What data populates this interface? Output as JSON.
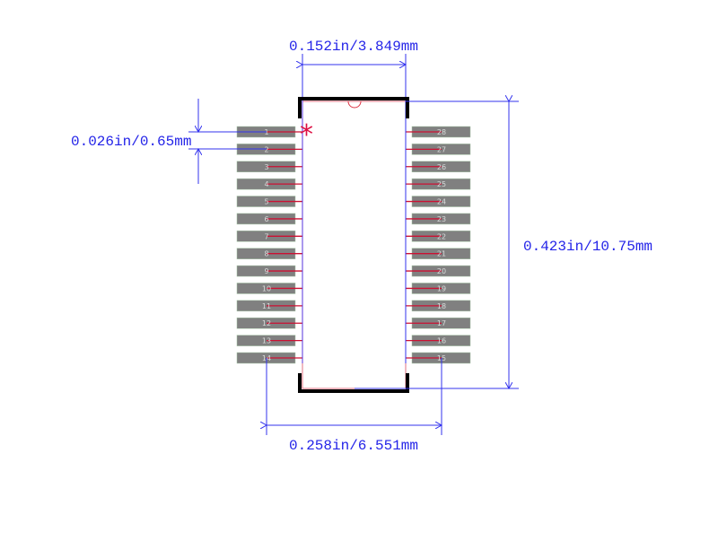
{
  "colors": {
    "pad": "#808080",
    "dimension": "#3333ee",
    "pin_line": "#cc1133",
    "silkscreen": "#000000",
    "marker": "#dd1144"
  },
  "pin1_marker": "*",
  "left_pins": [
    "1",
    "2",
    "3",
    "4",
    "5",
    "6",
    "7",
    "8",
    "9",
    "10",
    "11",
    "12",
    "13",
    "14"
  ],
  "right_pins": [
    "28",
    "27",
    "26",
    "25",
    "24",
    "23",
    "22",
    "21",
    "20",
    "19",
    "18",
    "17",
    "16",
    "15"
  ],
  "dimensions": {
    "body_width": "0.152in/3.849mm",
    "pitch": "0.026in/0.65mm",
    "body_length": "0.423in/10.75mm",
    "lead_span": "0.258in/6.551mm"
  }
}
